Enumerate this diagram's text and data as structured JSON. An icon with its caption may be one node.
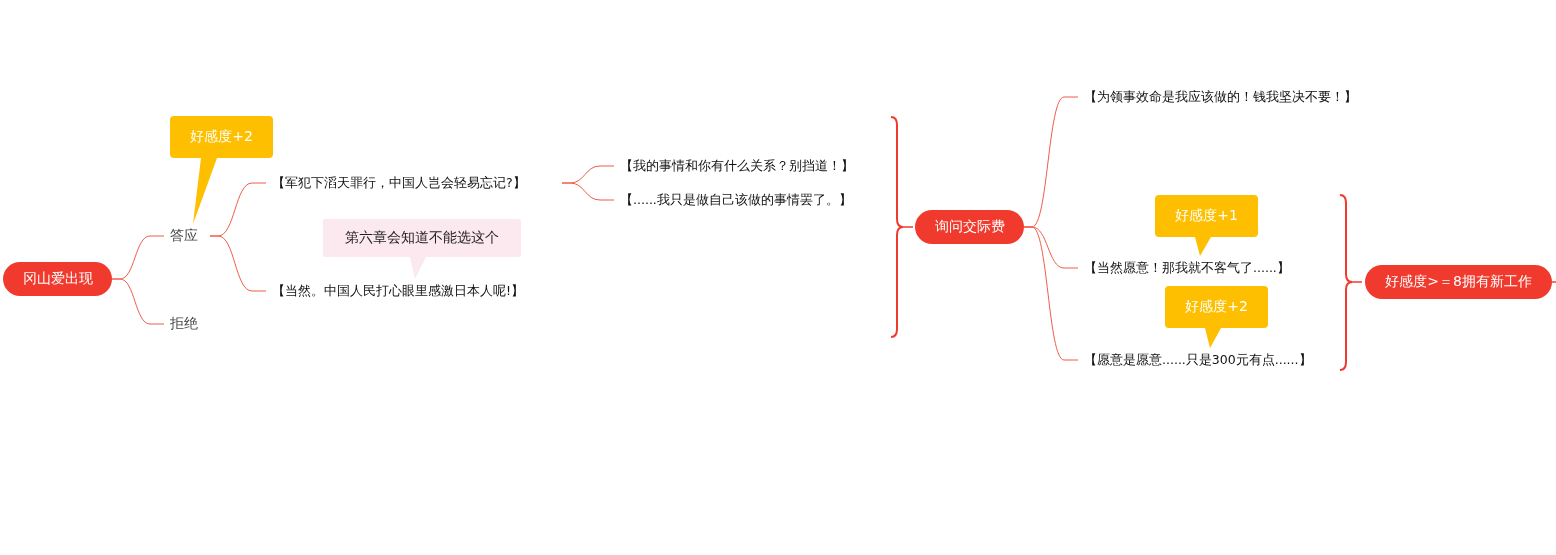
{
  "diagram": {
    "nodes": [
      {
        "text": [
          "冈山爱出现"
        ]
      },
      {
        "text": [
          "好感度+2"
        ]
      },
      {
        "text": [
          "答应"
        ]
      },
      {
        "text": [
          "拒绝"
        ]
      },
      {
        "text": [
          "【军犯下滔天罪行，中国人岂会轻易忘记?】"
        ]
      },
      {
        "text": [
          "第六章会知道不能选这个"
        ]
      },
      {
        "text": [
          "【当然。中国人民打心眼里感激日本人呢!】"
        ]
      },
      {
        "text": [
          "【我的事情和你有什么关系？别挡道！】"
        ]
      },
      {
        "text": [
          "【......我只是做自己该做的事情罢了。】"
        ]
      },
      {
        "text": [
          "询问交际费"
        ]
      },
      {
        "text": [
          "【为领事效命是我应该做的！钱我坚决不要！】"
        ]
      },
      {
        "text": [
          "好感度+1"
        ]
      },
      {
        "text": [
          "【当然愿意！那我就不客气了......】"
        ]
      },
      {
        "text": [
          "好感度+2"
        ]
      },
      {
        "text": [
          "【愿意是愿意......只是300元有点......】"
        ]
      },
      {
        "text": [
          "好感度>＝8拥有新工作"
        ]
      }
    ],
    "edges": [
      {
        "from": 0,
        "to": 2,
        "arrow": "none"
      },
      {
        "from": 0,
        "to": 3,
        "arrow": "none"
      },
      {
        "from": 1,
        "to": 2,
        "arrow": "to",
        "color": "#fdbf00"
      },
      {
        "from": 2,
        "to": 4,
        "arrow": "none"
      },
      {
        "from": 2,
        "to": 6,
        "arrow": "none"
      },
      {
        "from": 5,
        "to": 6,
        "arrow": "to",
        "color": "#fce8ef"
      },
      {
        "from": 4,
        "to": 7,
        "arrow": "none"
      },
      {
        "from": 4,
        "to": 8,
        "arrow": "none"
      },
      {
        "from": 9,
        "to": 10,
        "arrow": "none"
      },
      {
        "from": 11,
        "to": 12,
        "arrow": "to",
        "color": "#fdbf00"
      },
      {
        "from": 9,
        "to": 12,
        "arrow": "none"
      },
      {
        "from": 13,
        "to": 14,
        "arrow": "to",
        "color": "#fdbf00"
      },
      {
        "from": 9,
        "to": 14,
        "arrow": "none"
      },
      {
        "from": 15,
        "to": null,
        "arrow": "none"
      }
    ]
  }
}
